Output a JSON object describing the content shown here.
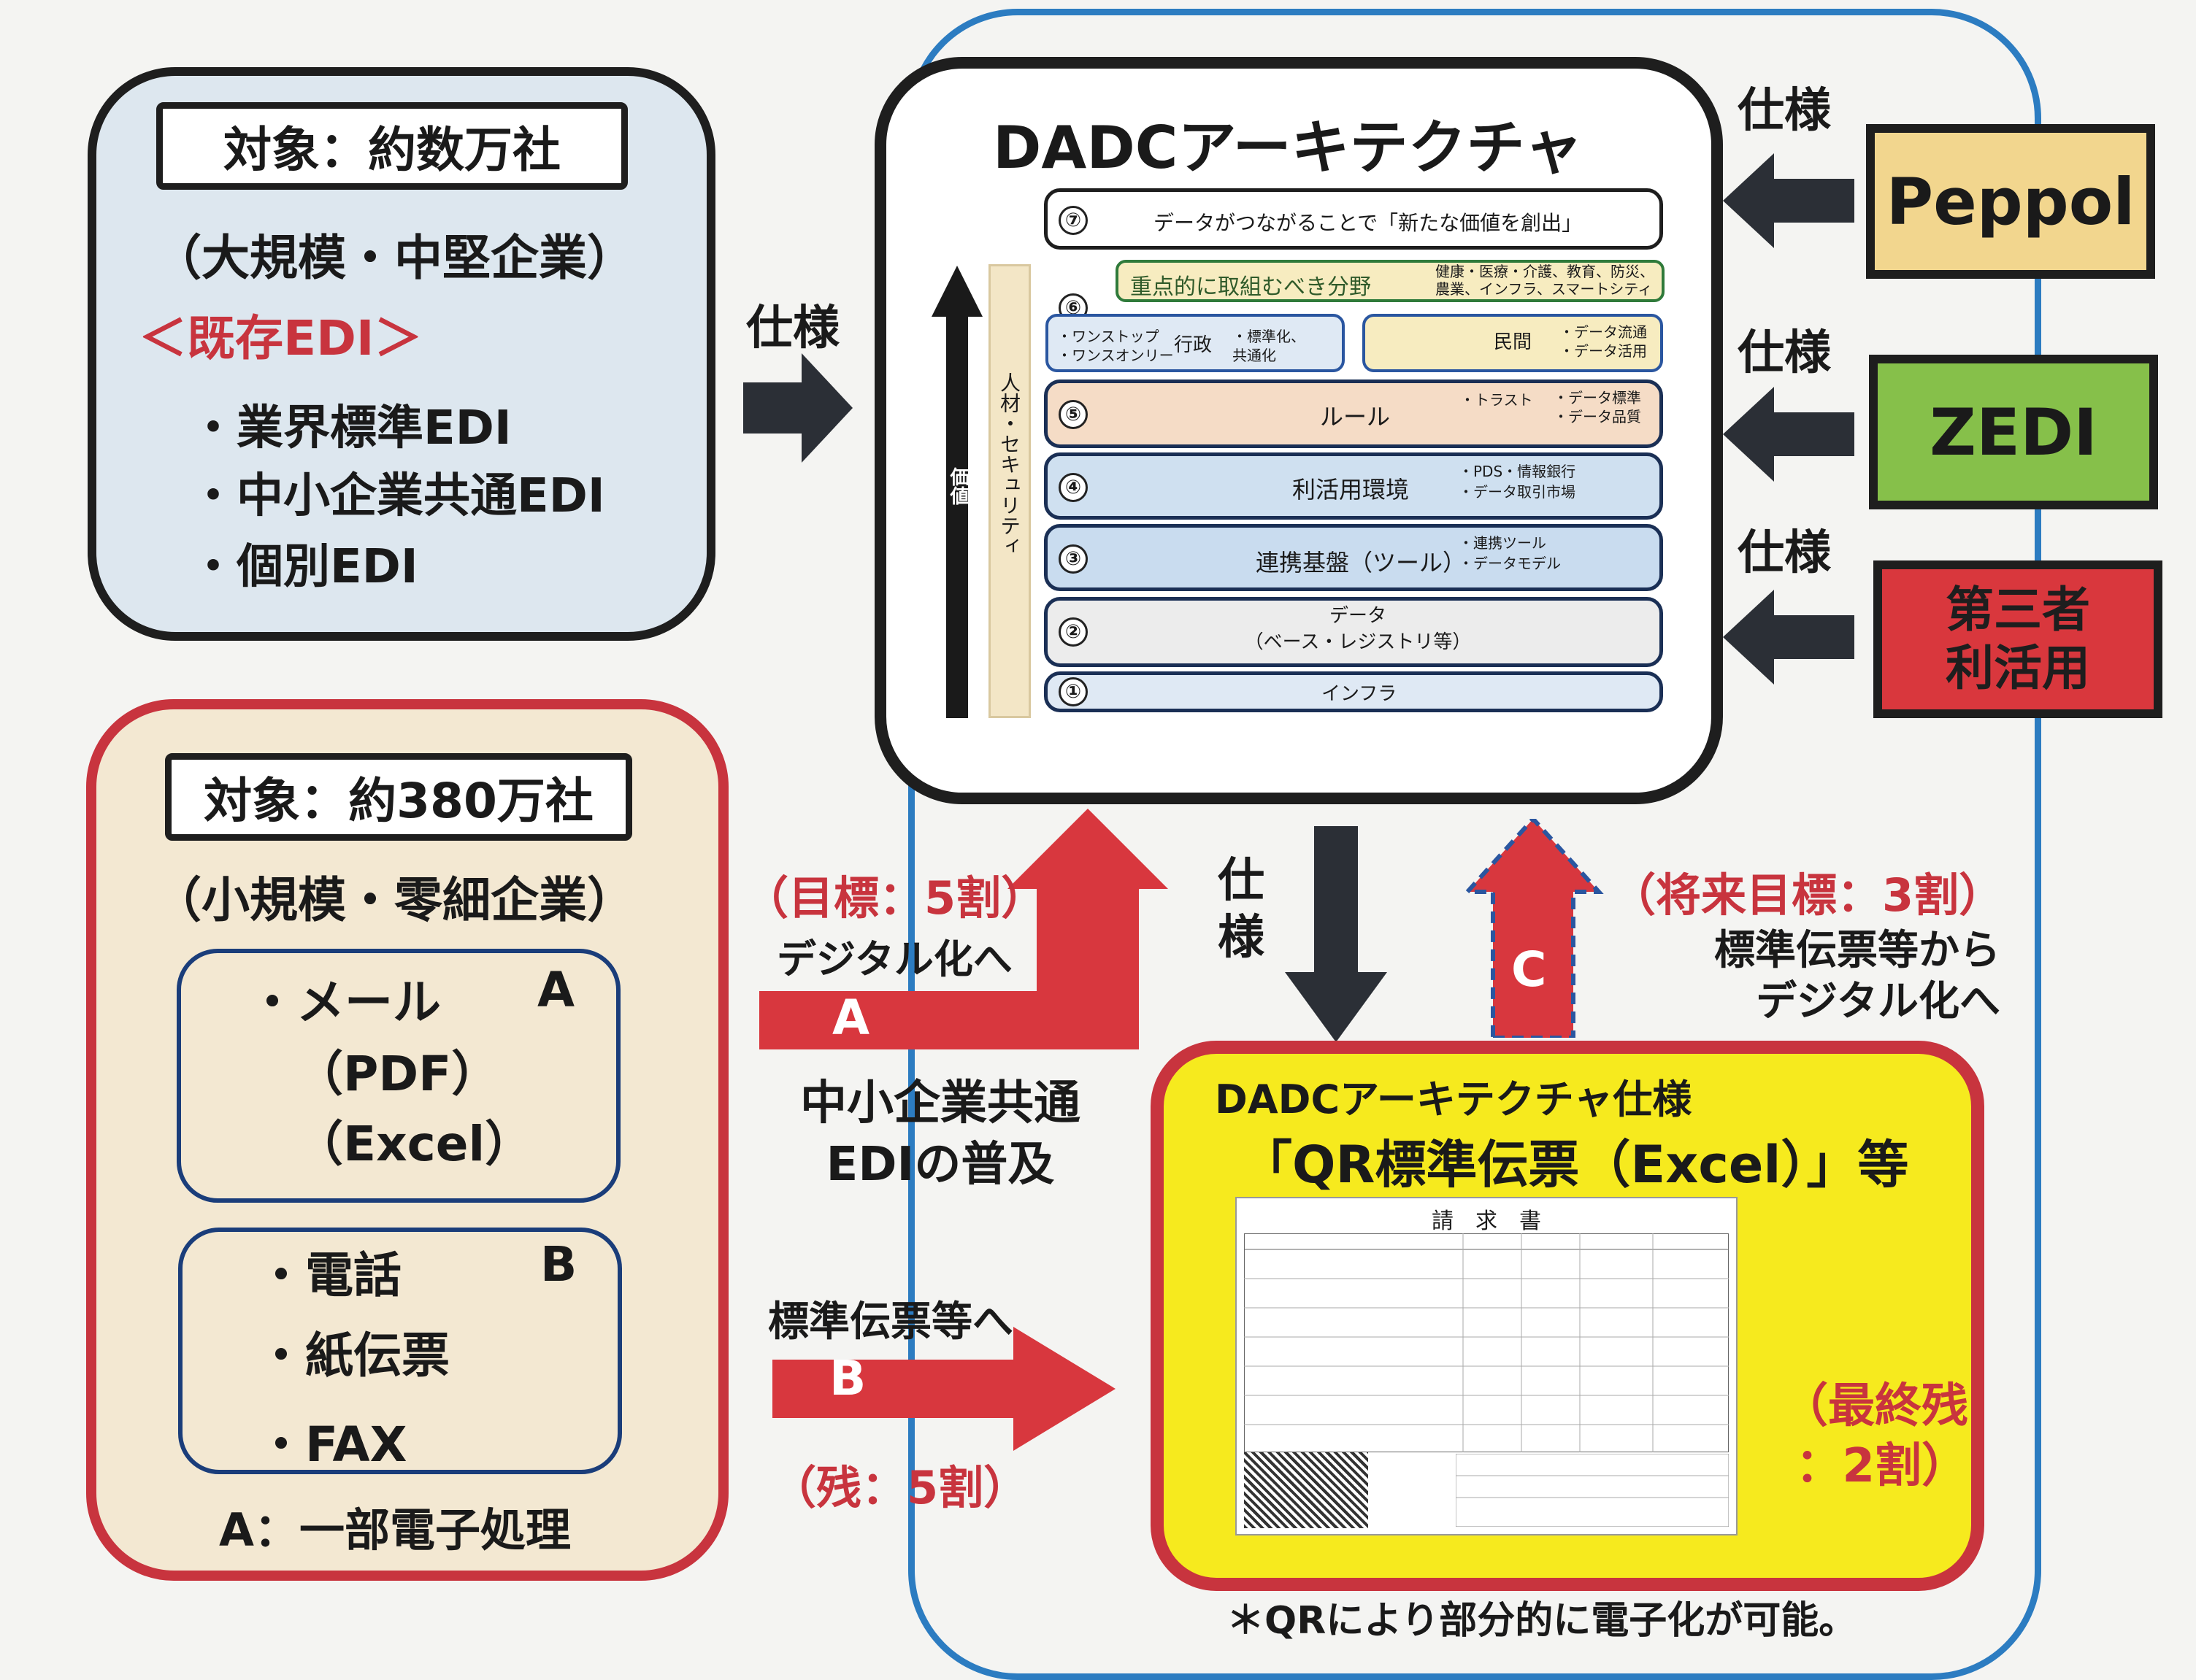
{
  "edi_box": {
    "target": "対象：約数万社",
    "scale": "（大規模・中堅企業）",
    "existing": "＜既存EDI＞",
    "items": [
      "・業界標準EDI",
      "・中小企業共通EDI",
      "・個別EDI"
    ]
  },
  "small_box": {
    "target": "対象：約380万社",
    "scale": "（小規模・零細企業）",
    "groupA": {
      "letter": "A",
      "lines": [
        "・メール",
        "（PDF）",
        "（Excel）"
      ]
    },
    "groupB": {
      "letter": "B",
      "lines": [
        "・電話",
        "・紙伝票",
        "・FAX"
      ]
    },
    "footnote": "A：一部電子処理"
  },
  "arch": {
    "title": "DADCアーキテクチャ",
    "side_label": "人材・セキュリティ",
    "value_label": "価値",
    "layer7": "データがつながることで「新たな価値を創出」",
    "layer6_header": "重点的に取組むべき分野",
    "layer6_fields": "健康・医療・介護、教育、防災、農業、インフラ、スマートシティ",
    "layer6_left": "・ワンストップ\n・ワンスオンリー",
    "layer6_gov": "行政",
    "layer6_gov_items": "・標準化、\n共通化",
    "layer6_private": "民間",
    "layer6_private_items": "・データ流通\n・データ活用",
    "layer5": "ルール",
    "layer5_items_a": "・トラスト",
    "layer5_items_b": "・データ標準\n・データ品質",
    "layer4": "利活用環境",
    "layer4_items": "・PDS・情報銀行\n・データ取引市場",
    "layer3": "連携基盤（ツール）",
    "layer3_items": "・連携ツール\n・データモデル",
    "layer2": "データ\n（ベース・レジストリ等）",
    "layer1": "インフラ",
    "nums": [
      "⑦",
      "⑥",
      "⑤",
      "④",
      "③",
      "②",
      "①"
    ]
  },
  "spec_label": "仕様",
  "spec_label_vertical": "仕\n様",
  "sources": {
    "peppol": "Peppol",
    "zedi": "ZEDI",
    "third_party": "第三者\n利活用"
  },
  "colors": {
    "peppol": "#f2d68e",
    "zedi": "#86c04a",
    "third_party": "#d9373d",
    "accent_red": "#c8343e",
    "blue_outline": "#2c7cc1"
  },
  "arrowA": {
    "goal": "（目標：5割）",
    "sub": "デジタル化へ",
    "letter": "A",
    "caption": "中小企業共通\nEDIの普及"
  },
  "arrowB": {
    "top": "標準伝票等へ",
    "letter": "B",
    "bottom": "（残：5割）"
  },
  "arrowC": {
    "goal": "（将来目標：3割）",
    "sub": "標準伝票等から\nデジタル化へ",
    "letter": "C"
  },
  "qr_box": {
    "title": "DADCアーキテクチャ仕様",
    "subtitle": "「QR標準伝票（Excel）」等",
    "invoice_title": "請　求　書",
    "final": "（最終残\n：2割）"
  },
  "bottom_note": "＊QRにより部分的に電子化が可能。"
}
